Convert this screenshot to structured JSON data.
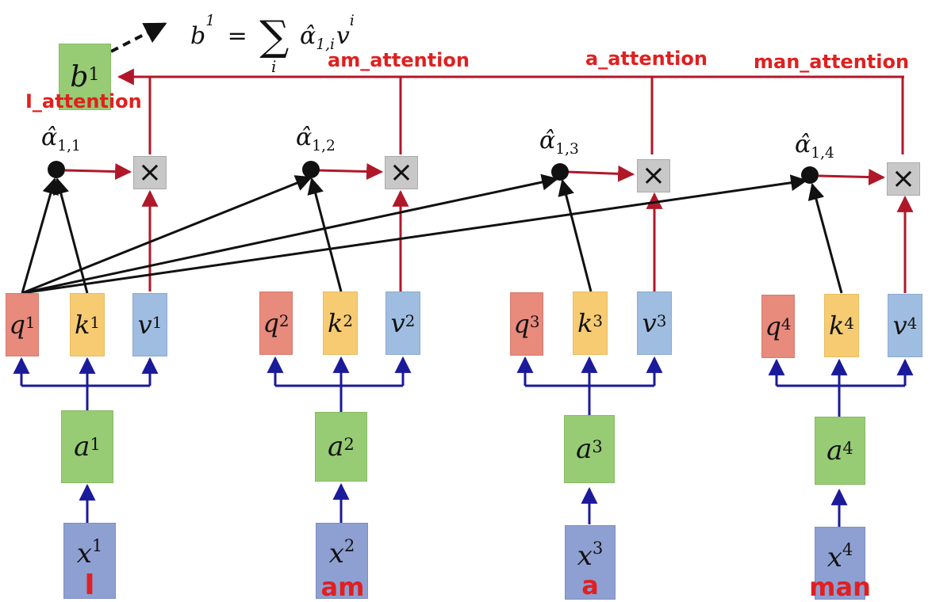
{
  "formula": {
    "lhs": "b",
    "lhs_sup": "1",
    "eq": "=",
    "sum": "∑",
    "sum_index": "i",
    "term": "α̂",
    "term_sub": "1,i",
    "term_v": "v",
    "term_v_sup": "i"
  },
  "output": {
    "base": "b",
    "sup": "1",
    "label": "I_attention"
  },
  "attention_labels": [
    "am_attention",
    "a_attention",
    "man_attention"
  ],
  "multiply_symbol": "×",
  "tokens": [
    {
      "word": "I",
      "x": "x",
      "x_sup": "1",
      "a": "a",
      "a_sup": "1",
      "q": "q",
      "k": "k",
      "v": "v",
      "sup": "1",
      "alpha": "α̂",
      "alpha_sub": "1,1"
    },
    {
      "word": "am",
      "x": "x",
      "x_sup": "2",
      "a": "a",
      "a_sup": "2",
      "q": "q",
      "k": "k",
      "v": "v",
      "sup": "2",
      "alpha": "α̂",
      "alpha_sub": "1,2"
    },
    {
      "word": "a",
      "x": "x",
      "x_sup": "3",
      "a": "a",
      "a_sup": "3",
      "q": "q",
      "k": "k",
      "v": "v",
      "sup": "3",
      "alpha": "α̂",
      "alpha_sub": "1,3"
    },
    {
      "word": "man",
      "x": "x",
      "x_sup": "4",
      "a": "a",
      "a_sup": "4",
      "q": "q",
      "k": "k",
      "v": "v",
      "sup": "4",
      "alpha": "α̂",
      "alpha_sub": "1,4"
    }
  ],
  "colors": {
    "query": "#e88a7c",
    "key": "#f6cb72",
    "value": "#9fbde0",
    "embedding": "#97cb74",
    "input": "#8e9fd2",
    "red_arrow": "#b0182a",
    "blue_arrow": "#1a1a9a",
    "label_red": "#e02020"
  }
}
